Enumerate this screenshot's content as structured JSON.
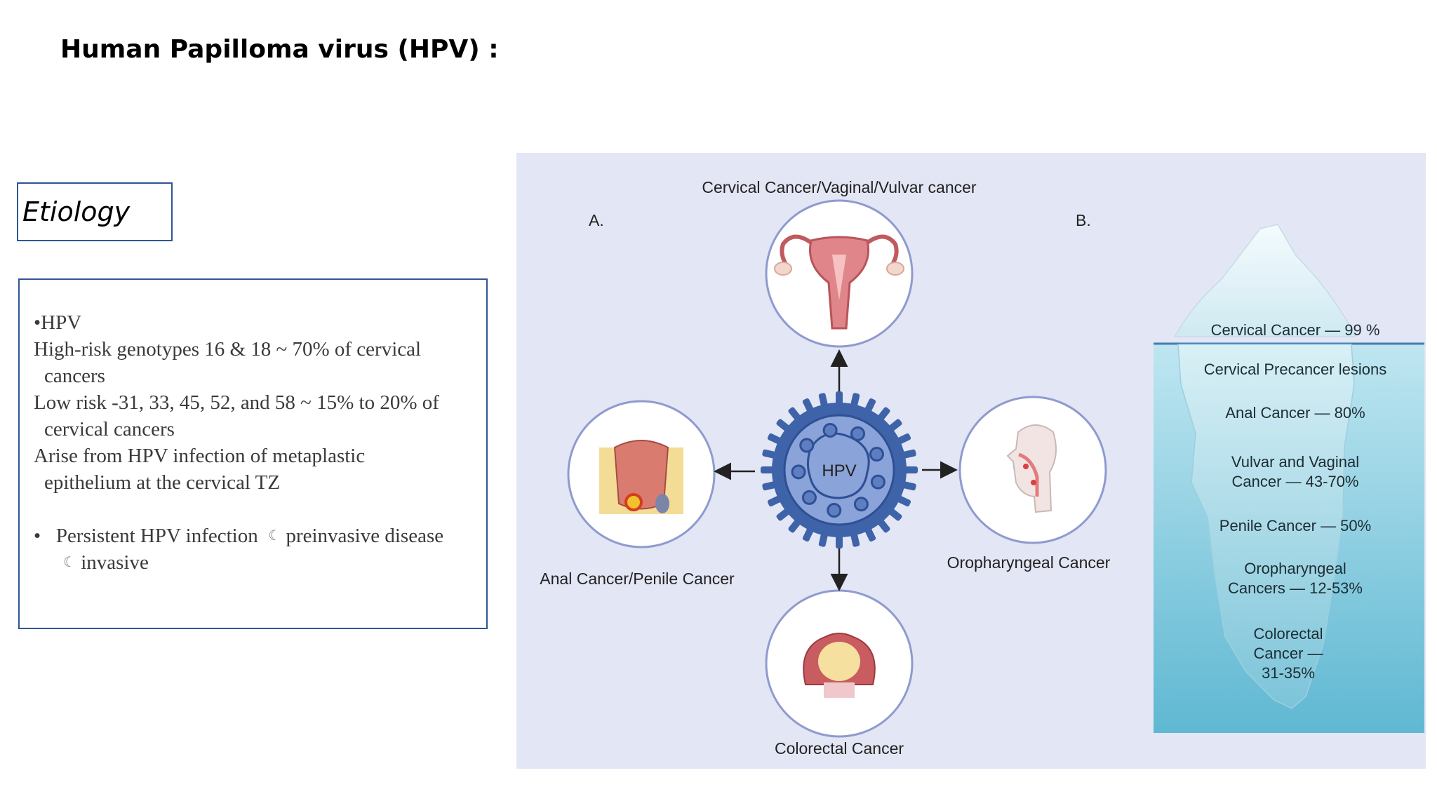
{
  "title": "Human Papilloma virus (HPV) :",
  "section_label": "Etiology",
  "bullets": {
    "hpv": "HPV",
    "high_risk_1": "High-risk genotypes 16 & 18    ~ 70%   of cervical",
    "high_risk_2": "cancers",
    "low_risk_1": "Low risk -31, 33, 45, 52, and 58   ~ 15% to 20% of",
    "low_risk_2": "cervical cancers",
    "arise_1": "Arise from HPV infection of  metaplastic",
    "arise_2": "epithelium at the cervical TZ",
    "persistent_1": "Persistent HPV infection",
    "persistent_2": "preinvasive disease",
    "persistent_3": "invasive",
    "arrow_glyph": "☾"
  },
  "figure": {
    "panel_a": "A.",
    "panel_b": "B.",
    "center_label": "HPV",
    "top_label": "Cervical Cancer/Vaginal/Vulvar cancer",
    "left_label": "Anal Cancer/Penile  Cancer",
    "right_label": "Oropharyngeal Cancer",
    "bottom_label": "Colorectal Cancer",
    "iceberg": {
      "tip": "Cervical Cancer — 99 %",
      "precancer": "Cervical Precancer lesions",
      "anal": "Anal Cancer — 80%",
      "vulvar_1": "Vulvar and Vaginal",
      "vulvar_2": "Cancer — 43-70%",
      "penile": "Penile Cancer — 50%",
      "oro_1": "Oropharyngeal",
      "oro_2": "Cancers — 12-53%",
      "colo_1": "Colorectal",
      "colo_2": "Cancer —",
      "colo_3": "31-35%"
    }
  },
  "colors": {
    "box_border": "#2f5597",
    "figure_bg": "#e3e6f4",
    "virus_blue": "#3f63a8",
    "iceberg_water": "#5fb8d2"
  }
}
